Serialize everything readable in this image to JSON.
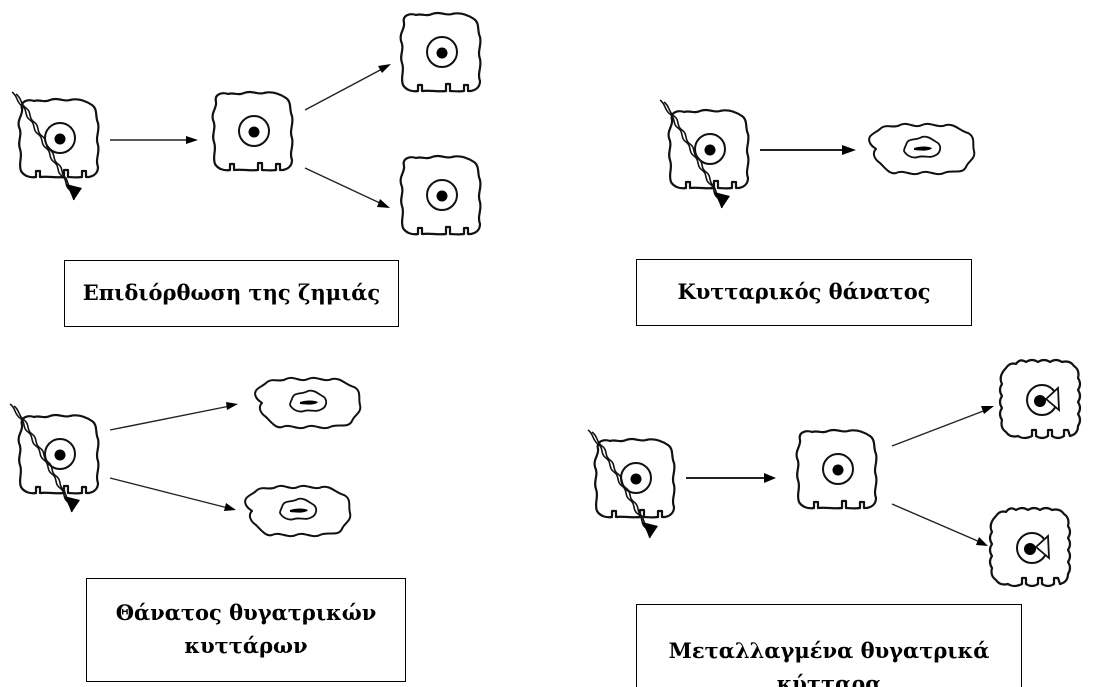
{
  "panels": {
    "repair": {
      "label": "Επιδιόρθωση της ζημιάς"
    },
    "cell_death": {
      "label": "Κυτταρικός θάνατος"
    },
    "daughter_death": {
      "label_line1": "Θάνατος θυγατρικών",
      "label_line2": "κυττάρων"
    },
    "mutated_daughters": {
      "label_line1": "Μεταλλαγμένα θυγατρικά",
      "label_line2": "κύτταρα"
    }
  },
  "colors": {
    "ink": "#000000",
    "background": "#ffffff"
  }
}
